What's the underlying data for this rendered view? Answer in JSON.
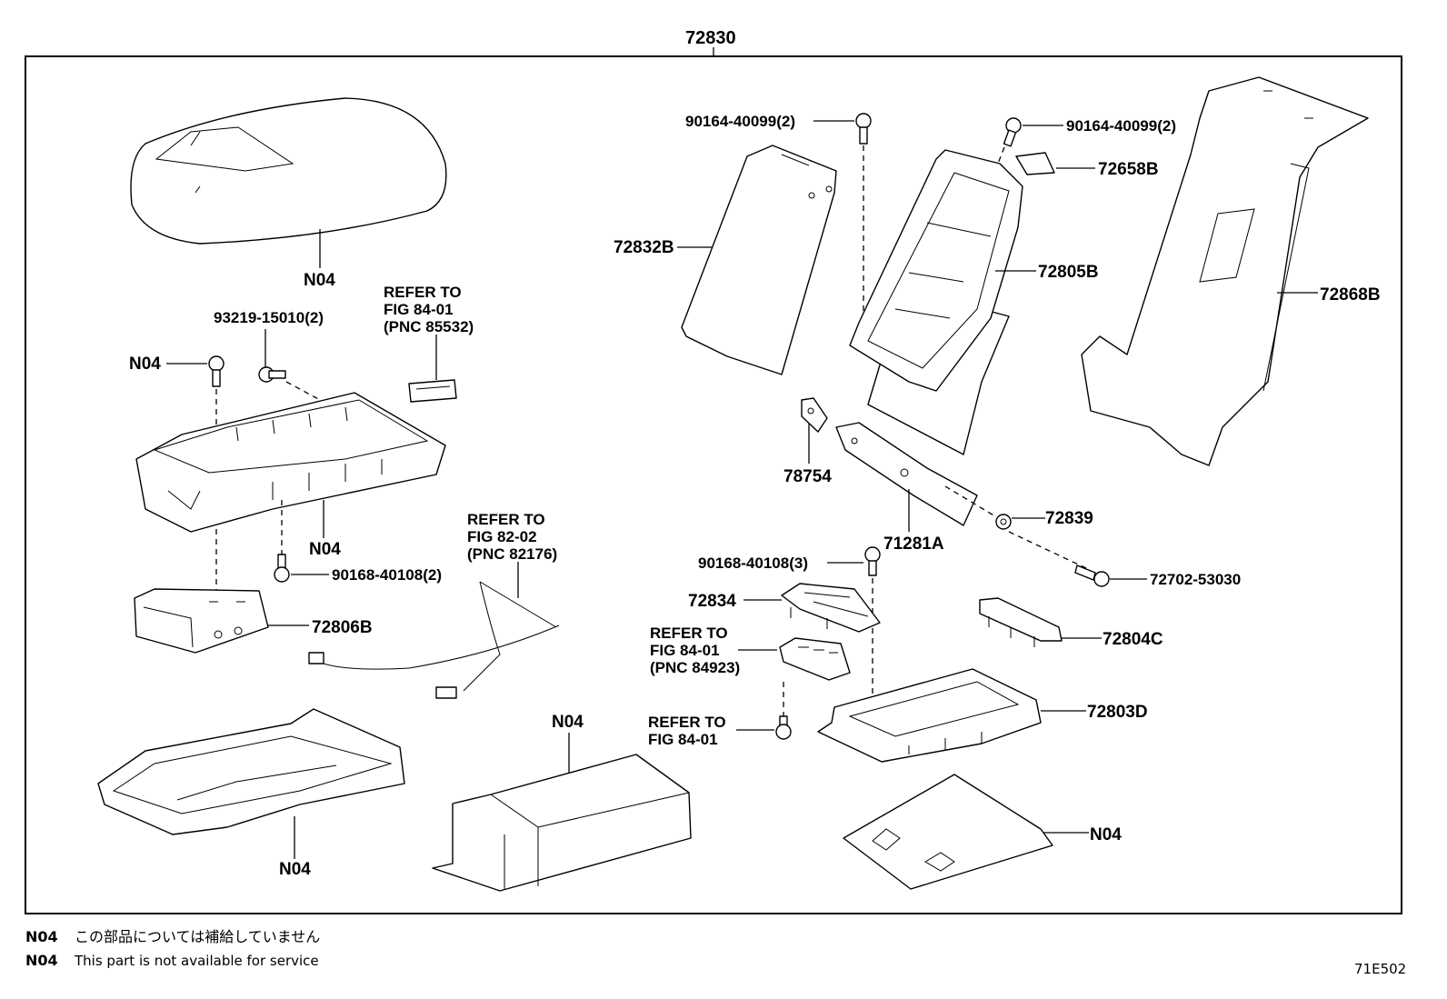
{
  "assembly_number": "72830",
  "figure_code": "71E502",
  "labels": {
    "cover_top": "N04",
    "bolt_left": "N04",
    "clip_93219": "93219-15010(2)",
    "refer_85532": [
      "REFER TO",
      "FIG 84-01",
      "(PNC 85532)"
    ],
    "box_main": "N04",
    "screw_90168_left": "90168-40108(2)",
    "part_72806b": "72806B",
    "refer_82176": [
      "REFER TO",
      "FIG 82-02",
      "(PNC 82176)"
    ],
    "tray_bottom": "N04",
    "box_center_top": "N04",
    "screw_90164_left": "90164-40099(2)",
    "screw_90164_right": "90164-40099(2)",
    "part_72658b": "72658B",
    "part_72832b": "72832B",
    "part_72805b": "72805B",
    "part_72868b": "72868B",
    "part_78754": "78754",
    "part_71281a": "71281A",
    "part_72839": "72839",
    "screw_90168_right": "90168-40108(3)",
    "part_72702": "72702-53030",
    "part_72834": "72834",
    "refer_84923": [
      "REFER TO",
      "FIG 84-01",
      "(PNC 84923)"
    ],
    "part_72804c": "72804C",
    "refer_8401": [
      "REFER TO",
      "FIG 84-01"
    ],
    "part_72803d": "72803D",
    "pad_right": "N04"
  },
  "legend": [
    {
      "code": "N04",
      "text": "この部品については補給していません"
    },
    {
      "code": "N04",
      "text": "This part is not available for service"
    }
  ]
}
